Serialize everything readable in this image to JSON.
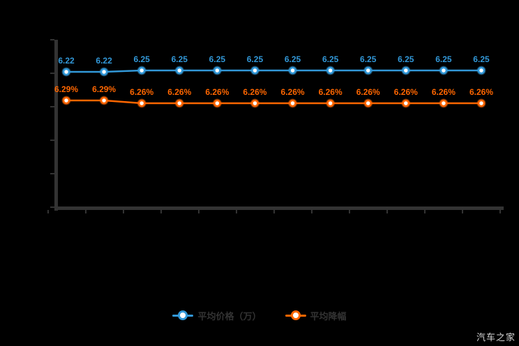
{
  "watermark": "汽车之家",
  "colors": {
    "blue": "#3298d8",
    "orange": "#ff6600",
    "axis": "#333333",
    "legend_text": "#333333",
    "watermark_text": "#d9d9d9",
    "background": "#000000"
  },
  "legend": {
    "items": [
      {
        "label": "平均价格（万）",
        "color": "#3298d8"
      },
      {
        "label": "平均降幅",
        "color": "#ff6600"
      }
    ]
  },
  "chart_data": {
    "type": "line",
    "title": "",
    "xlabel": "",
    "ylabel": "",
    "x_point_count": 12,
    "grid": false,
    "legend_position": "bottom-center",
    "axes_visible": {
      "left": true,
      "bottom": true,
      "category_labels_visible": false
    },
    "series": [
      {
        "name": "平均价格（万）",
        "color": "#3298d8",
        "values": [
          6.22,
          6.22,
          6.25,
          6.25,
          6.25,
          6.25,
          6.25,
          6.25,
          6.25,
          6.25,
          6.25,
          6.25
        ],
        "labels": [
          "6.22",
          "6.22",
          "6.25",
          "6.25",
          "6.25",
          "6.25",
          "6.25",
          "6.25",
          "6.25",
          "6.25",
          "6.25",
          "6.25"
        ]
      },
      {
        "name": "平均降幅",
        "color": "#ff6600",
        "values": [
          6.29,
          6.29,
          6.26,
          6.26,
          6.26,
          6.26,
          6.26,
          6.26,
          6.26,
          6.26,
          6.26,
          6.26
        ],
        "labels": [
          "6.29%",
          "6.29%",
          "6.26%",
          "6.26%",
          "6.26%",
          "6.26%",
          "6.26%",
          "6.26%",
          "6.26%",
          "6.26%",
          "6.26%",
          "6.26%"
        ]
      }
    ]
  }
}
